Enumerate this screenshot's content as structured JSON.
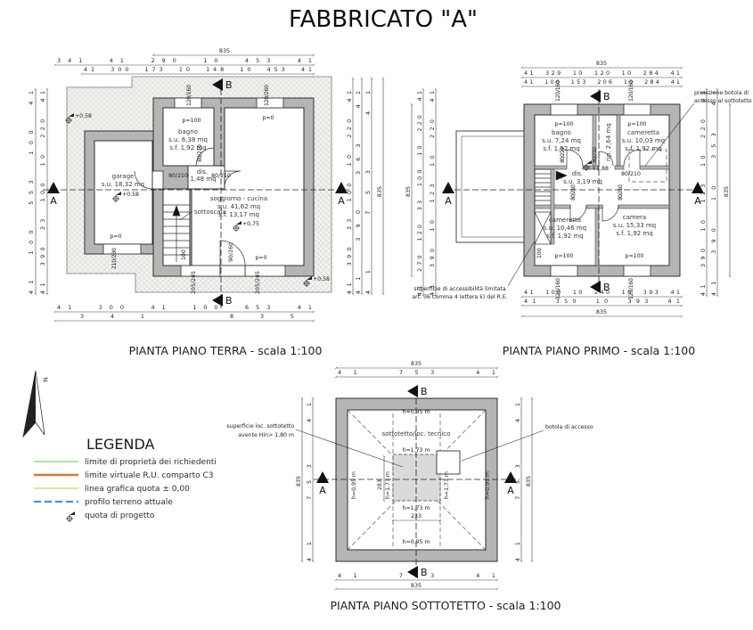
{
  "title": "FABBRICATO \"A\"",
  "section_markers": {
    "a": "A",
    "b": "B"
  },
  "legend": {
    "title": "LEGENDA",
    "north": "N",
    "items": [
      {
        "label": "limite di proprietà dei richiedenti",
        "color": "#9ed49e",
        "style": "solid"
      },
      {
        "label": "limite virtuale R.U. comparto C3",
        "color": "#d9782e",
        "style": "solid"
      },
      {
        "label": "linea grafica quota ± 0,00",
        "color": "#ddd68b",
        "style": "solid"
      },
      {
        "label": "profilo terreno attuale",
        "color": "#4b8fd2",
        "style": "dashed"
      },
      {
        "label": "quota di progetto",
        "color": "#222222",
        "style": "symbol"
      }
    ]
  },
  "terra": {
    "caption": "PIANTA PIANO TERRA - scala 1:100",
    "rooms": {
      "garage": [
        "garage",
        "s.u. 18,32 mq"
      ],
      "bagno": [
        "bagno",
        "s.u. 6,38 mq",
        "s.f. 1,92 mq"
      ],
      "dis": [
        "dis.",
        "1,48 mq"
      ],
      "soggiorno": [
        "soggiorno - cucina",
        "s.u. 41,62 mq",
        "s.f. 13,17 mq"
      ],
      "sottoscala": "sottoscala"
    },
    "quotas": {
      "p100": "p=100",
      "p0_sogg": "p=0",
      "p0_garage": "p=0",
      "p0_entry": "p=0",
      "e058_a": "+0,58",
      "e058_b": "+0,58",
      "e058_c": "+0,58",
      "e075": "+0,75"
    },
    "openings": {
      "w_bagno": "120/160",
      "w_sogg": "120/260",
      "w_garage": "210/230",
      "w_b1": "205/245",
      "w_b2": "205/245",
      "d1": "80/210",
      "d2": "80/210",
      "d3": "80/210",
      "d_entry": "90/260",
      "h100": "100"
    },
    "dims": {
      "t0": [
        "835"
      ],
      "t1": [
        "341",
        "41",
        "290",
        "10",
        "453",
        "41"
      ],
      "t2": [
        "41",
        "300",
        "173",
        "10",
        "148",
        "10",
        "453",
        "41"
      ],
      "b1": [
        "41",
        "300",
        "41",
        "100",
        "653",
        "41"
      ],
      "b2": [
        "341",
        "835"
      ],
      "l1": [
        "41",
        "100",
        "553",
        "100",
        "41"
      ],
      "l2": [
        "41",
        "390",
        "33",
        "100",
        "10",
        "220",
        "41"
      ],
      "r1": [
        "41",
        "390",
        "33",
        "100",
        "10",
        "220",
        "41"
      ],
      "r2": [
        "41",
        "390",
        "363",
        "41"
      ],
      "r3": [
        "41",
        "753",
        "41"
      ],
      "r4": [
        "835"
      ]
    }
  },
  "primo": {
    "caption": "PIANTA PIANO PRIMO - scala 1:100",
    "rooms": {
      "bagno": [
        "bagno",
        "s.u. 7,24 mq",
        "s.f. 1,92 mq"
      ],
      "rip": "rip. 2,64 mq",
      "cameretta1": [
        "cameretta",
        "s.u. 10,03 mq",
        "s.f. 1,92 mq"
      ],
      "dis": [
        "dis.",
        "s.u. 3,19 mq"
      ],
      "cameretta2": [
        "cameretta",
        "s.u. 10,46 mq",
        "s.f. 1,92 mq"
      ],
      "camera": [
        "camera",
        "s.u. 15,33 mq",
        "s.f. 1,92 mq"
      ]
    },
    "quotas": {
      "p100_1": "p=100",
      "p100_2": "p=100",
      "p100_3": "p=100",
      "p100_4": "p=100",
      "e188": "+1,88"
    },
    "openings": {
      "w1": "120/160",
      "w2": "120/160",
      "w3": "120/160",
      "w4": "120/160",
      "d1": "80/210",
      "d2": "80/210",
      "d3": "80/210",
      "d4": "80/210",
      "d5": "80/210",
      "h100": "100"
    },
    "annotations": {
      "botola_proj": [
        "proiezione botola di",
        "accesso al sottotetto"
      ],
      "accessibilita": [
        "superficie di accessibilità limitata",
        "art. 36 comma 4 lettera k) del R.E."
      ]
    },
    "dims": {
      "t0": [
        "835"
      ],
      "t1": [
        "41",
        "329",
        "10",
        "120",
        "10",
        "284",
        "41"
      ],
      "t2": [
        "41",
        "100",
        "153",
        "206",
        "10",
        "284",
        "41"
      ],
      "b1": [
        "41",
        "100",
        "10",
        "240",
        "10",
        "393",
        "41"
      ],
      "b2": [
        "41",
        "350",
        "10",
        "393",
        "41"
      ],
      "b3": [
        "835"
      ],
      "l1": [
        "835"
      ],
      "l2": [
        "41",
        "270",
        "120",
        "33",
        "100",
        "10",
        "220",
        "41"
      ],
      "l3": [
        "41",
        "390",
        "10",
        "123",
        "10",
        "220",
        "41"
      ],
      "r1": [
        "41",
        "390",
        "10",
        "123",
        "10",
        "220",
        "41"
      ],
      "r2": [
        "41",
        "390",
        "10",
        "353",
        "41"
      ],
      "r3": [
        "835"
      ]
    }
  },
  "sottotetto": {
    "caption": "PIANTA PIANO SOTTOTETTO - scala 1:100",
    "labels": {
      "room": "sottotetto/loc. tecnico",
      "h095_top": "h=0,95 m",
      "h095_bottom": "h=0,95 m",
      "h095_left": "h=0,95 m",
      "h095_right": "h=0,95 m",
      "h173_top": "h=1,73 m",
      "h173_bottom": "h=1,73 m",
      "h173_left": "h=1,73 m",
      "h173_right": "h=1,73 m",
      "c233": "233",
      "c283": "283"
    },
    "annotations": {
      "superficie": [
        "superficie loc. sottotetto",
        "avente Hin> 1,80 m"
      ],
      "botola": "botola di accesso"
    },
    "dims": {
      "t0": [
        "835"
      ],
      "t1": [
        "41",
        "753",
        "41"
      ],
      "b1": [
        "41",
        "753",
        "41"
      ],
      "b2": [
        "835"
      ],
      "l1": [
        "835"
      ],
      "l2": [
        "41",
        "753",
        "41"
      ],
      "r1": [
        "41",
        "753",
        "41"
      ],
      "r2": [
        "835"
      ]
    }
  }
}
